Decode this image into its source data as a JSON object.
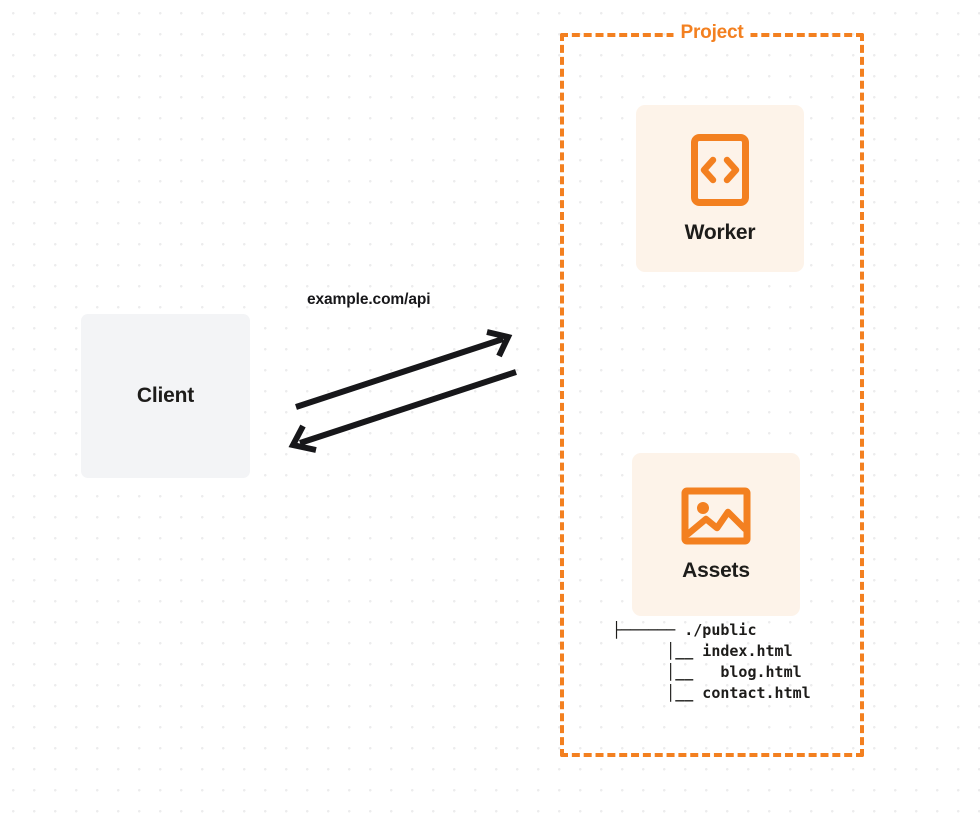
{
  "diagram": {
    "type": "architecture-flow",
    "background": {
      "style": "dot-grid",
      "dot_color": "#ececed",
      "page_color": "#ffffff"
    },
    "accent_color": "#f38020",
    "card_color": "#fdf3e9",
    "client_color": "#f3f4f6",
    "text_color": "#1d1c1a"
  },
  "client": {
    "label": "Client",
    "icon": "client-box-icon"
  },
  "connection": {
    "label": "example.com/api",
    "request_direction": "client-to-project",
    "response_direction": "project-to-client",
    "arrow_color": "#17171a"
  },
  "project": {
    "title": "Project",
    "border_style": "dashed",
    "border_color": "#f38020",
    "services": [
      {
        "id": "worker",
        "label": "Worker",
        "icon": "code-brackets-icon",
        "icon_color": "#f38020"
      },
      {
        "id": "assets",
        "label": "Assets",
        "icon": "image-landscape-icon",
        "icon_color": "#f38020"
      }
    ]
  },
  "file_tree": {
    "root_connector": "├──────",
    "root": "./public",
    "entries": [
      {
        "connector": "│__",
        "name": "index.html"
      },
      {
        "connector": "│__",
        "name": "blog.html"
      },
      {
        "connector": "│__",
        "name": "contact.html"
      }
    ],
    "rendered": "├────── ./public\n      │__ index.html\n      │__   blog.html\n      │__ contact.html"
  }
}
